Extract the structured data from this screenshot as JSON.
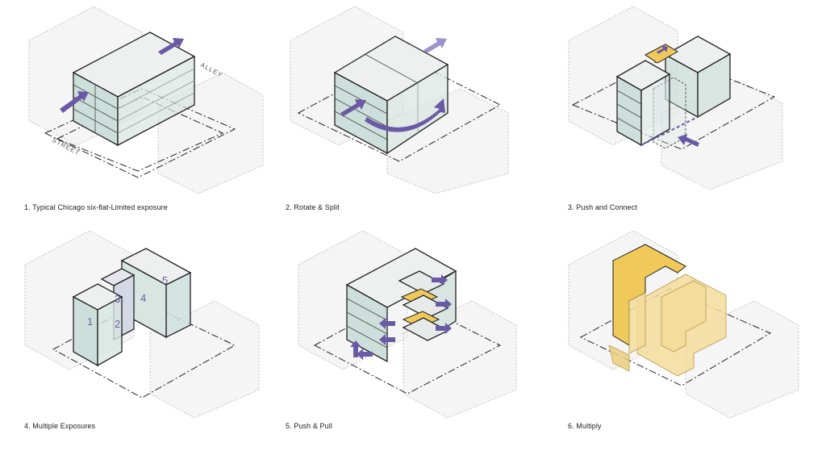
{
  "panels": [
    {
      "caption": "1. Typical Chicago six-flat-Limited exposure",
      "labels": {
        "alley": "ALLEY",
        "street": "STREET"
      }
    },
    {
      "caption": "2. Rotate & Split"
    },
    {
      "caption": "3. Push and Connect"
    },
    {
      "caption": "4. Multiple Exposures",
      "numbers": [
        "1",
        "2",
        "3",
        "4",
        "5"
      ]
    },
    {
      "caption": "5. Push & Pull"
    },
    {
      "caption": "6. Multiply"
    }
  ],
  "colors": {
    "arrow": "#6a5aa6",
    "glass": "#cddfda",
    "accent_yellow": "#f0c95a"
  }
}
